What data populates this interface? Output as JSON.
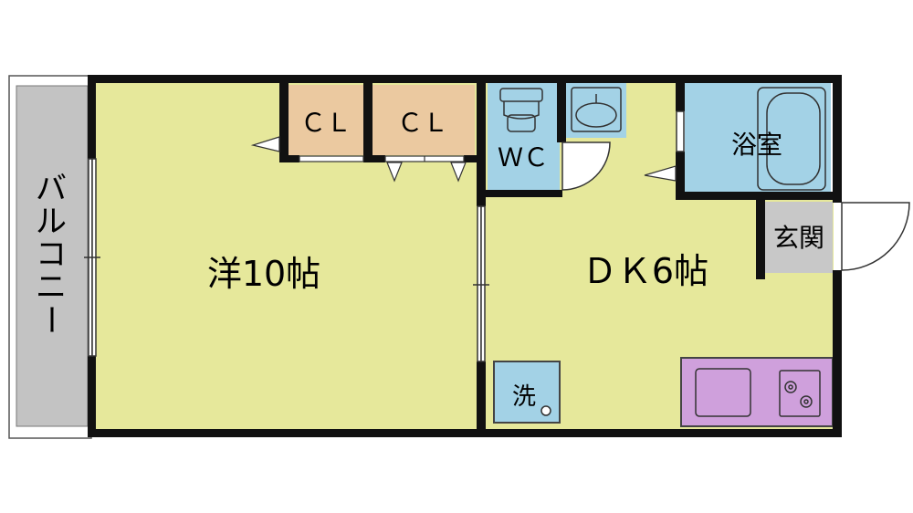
{
  "colors": {
    "wall": "#111111",
    "room_yellow": "#e6e89b",
    "closet_tan": "#ebc9a0",
    "wet_blue": "#a3d2e6",
    "balcony_gray": "#c3c3c3",
    "entrance_gray": "#c8c8c8",
    "kitchen_purple": "#cfa0dc"
  },
  "rooms": {
    "western_room": "洋10帖",
    "dining_kitchen": "ＤＫ6帖",
    "closet_1": "ＣＬ",
    "closet_2": "ＣＬ",
    "toilet": "ＷＣ",
    "bathroom": "浴室",
    "entrance": "玄関",
    "washer": "洗",
    "balcony_chars": [
      "バ",
      "ル",
      "コ",
      "ニ",
      "ー"
    ]
  },
  "icons": {
    "toilet": "toilet-icon",
    "sink": "washbasin-icon",
    "bathtub": "bathtub-icon",
    "kitchen_sink": "kitchen-sink-icon",
    "stove": "gas-stove-icon"
  }
}
